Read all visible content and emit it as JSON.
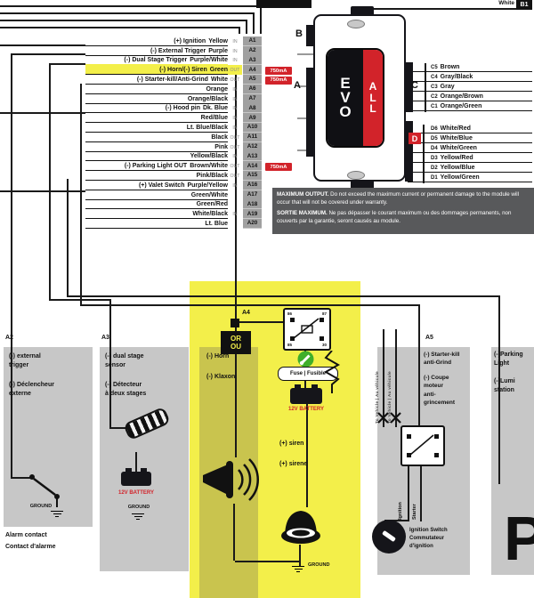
{
  "module": {
    "name_top": "EVO",
    "name_side": "ALL",
    "conn_b": "B",
    "conn_a": "A",
    "top_right_wire": "White",
    "top_right_pin": "B1"
  },
  "connector_a": {
    "pins": [
      {
        "id": "A1",
        "label": "(+) Ignition",
        "color": "Yellow",
        "dir": "IN"
      },
      {
        "id": "A2",
        "label": "(-) External Trigger",
        "color": "Purple",
        "dir": "IN"
      },
      {
        "id": "A3",
        "label": "(-) Dual Stage Trigger",
        "color": "Purple/White",
        "dir": "IN"
      },
      {
        "id": "A4",
        "label": "(-) Horn/(-) Siren",
        "color": "Green",
        "dir": "OUT",
        "amp": "750mA",
        "hl": true
      },
      {
        "id": "A5",
        "label": "(-) Starter-kill/Anti-Grind",
        "color": "White",
        "dir": "OUT",
        "amp": "750mA"
      },
      {
        "id": "A6",
        "color": "Orange",
        "dir": "IN"
      },
      {
        "id": "A7",
        "color": "Orange/Black",
        "dir": "IN"
      },
      {
        "id": "A8",
        "label": "(-) Hood pin",
        "color": "Dk. Blue",
        "dir": "IN"
      },
      {
        "id": "A9",
        "color": "Red/Blue",
        "dir": "IN"
      },
      {
        "id": "A10",
        "color": "Lt. Blue/Black",
        "dir": "IN"
      },
      {
        "id": "A11",
        "color": "Black",
        "dir": "OUT"
      },
      {
        "id": "A12",
        "color": "Pink",
        "dir": "OUT"
      },
      {
        "id": "A13",
        "color": "Yellow/Black",
        "dir": "IN"
      },
      {
        "id": "A14",
        "label": "(-) Parking Light OUT",
        "color": "Brown/White",
        "dir": "OUT",
        "amp": "750mA"
      },
      {
        "id": "A15",
        "color": "Pink/Black",
        "dir": "OUT"
      },
      {
        "id": "A16",
        "label": "(+) Valet Switch",
        "color": "Purple/Yellow",
        "dir": "IN"
      },
      {
        "id": "A17",
        "color": "Green/White"
      },
      {
        "id": "A18",
        "color": "Green/Red"
      },
      {
        "id": "A19",
        "color": "White/Black",
        "dir": "IN"
      },
      {
        "id": "A20",
        "color": "Lt. Blue"
      }
    ]
  },
  "connector_c": {
    "label": "C",
    "pins": [
      {
        "id": "C5",
        "color": "Brown"
      },
      {
        "id": "C4",
        "color": "Gray/Black"
      },
      {
        "id": "C3",
        "color": "Gray"
      },
      {
        "id": "C2",
        "color": "Orange/Brown"
      },
      {
        "id": "C1",
        "color": "Orange/Green"
      }
    ]
  },
  "connector_d": {
    "label": "D",
    "pins": [
      {
        "id": "D6",
        "color": "White/Red"
      },
      {
        "id": "D5",
        "color": "White/Blue"
      },
      {
        "id": "D4",
        "color": "White/Green"
      },
      {
        "id": "D3",
        "color": "Yellow/Red"
      },
      {
        "id": "D2",
        "color": "Yellow/Blue"
      },
      {
        "id": "D1",
        "color": "Yellow/Green"
      }
    ]
  },
  "warning": {
    "en_bold": "MAXIMUM OUTPUT.",
    "en_text": "Do not exceed the maximum current or permanent damage to the module will occur that will not be covered under warranty.",
    "fr_bold": "SORTIE MAXIMUM.",
    "fr_text": "Ne pas dépasser le courant maximum ou des dommages permanents, non couverts par la garantie, seront causés au module."
  },
  "callouts": {
    "a2": {
      "header": "A2",
      "lines": [
        "(-) external",
        "trigger"
      ],
      "lines_fr": [
        "(-) Déclencheur",
        "externe"
      ],
      "ground": "GROUND",
      "caption": [
        "Alarm contact",
        "Contact d'alarme"
      ]
    },
    "a3": {
      "header": "A3",
      "lines": [
        "(-) dual stage",
        "sensor"
      ],
      "lines_fr": [
        "(-) Détecteur",
        "à deux stages"
      ],
      "battery": "12V BATTERY",
      "ground": "GROUND"
    },
    "a4": {
      "header": "A4",
      "or_lines": [
        "OR",
        "OU"
      ],
      "horn_lines": [
        "(-) Horn",
        "(-) Klaxon"
      ],
      "fuse": "Fuse | Fusible",
      "battery": "12V BATTERY",
      "siren_lines": [
        "(+) siren",
        "(+) sirene"
      ],
      "ground": "GROUND",
      "relay_pins": [
        "86",
        "87",
        "85",
        "30"
      ]
    },
    "a5": {
      "header": "A5",
      "lines": [
        "(-) Starter-kill",
        "anti-Grind"
      ],
      "lines_fr": [
        "(-) Coupe",
        "moteur",
        "anti-",
        "grincement"
      ],
      "to_vehicle": "To Vehicle | Au véhicule",
      "ignition": "Ignition",
      "starter": "Starter",
      "switch_lines": [
        "Ignition Switch",
        "Commutateur d'ignition"
      ]
    },
    "parking": {
      "lines": [
        "(-)Parking",
        "Light"
      ],
      "lines_fr": [
        "(-)Lumi",
        "station"
      ],
      "big_letter": "P"
    }
  }
}
